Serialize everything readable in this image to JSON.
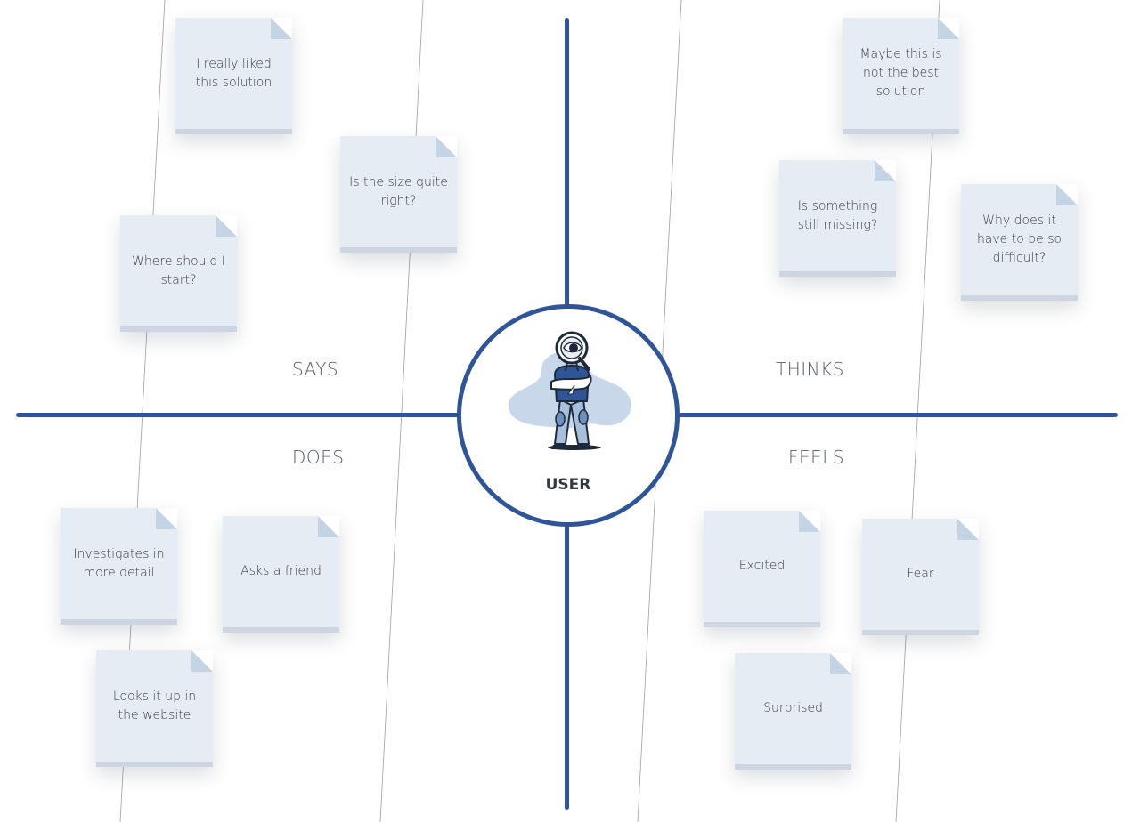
{
  "colors": {
    "axis": "#2f5597",
    "note_fill": "#e6ecf3",
    "note_base": "#cdd6e0",
    "note_fold": "#c5d4e5",
    "figure_blob": "#c9d7ea",
    "label_text": "#555c66"
  },
  "center": {
    "label": "USER",
    "icon": "person-with-magnifier-icon"
  },
  "quadrants": {
    "says": "SAYS",
    "thinks": "THINKS",
    "does": "DOES",
    "feels": "FEELS"
  },
  "notes": {
    "says": [
      "I really liked this solution",
      "Is the size quite right?",
      "Where should I start?"
    ],
    "thinks": [
      "Maybe this is not the best solution",
      "Is something still missing?",
      "Why does it have to be so difficult?"
    ],
    "does": [
      "Investigates in more detail",
      "Asks a friend",
      "Looks it up in the website"
    ],
    "feels": [
      "Excited",
      "Fear",
      "Surprised"
    ]
  }
}
